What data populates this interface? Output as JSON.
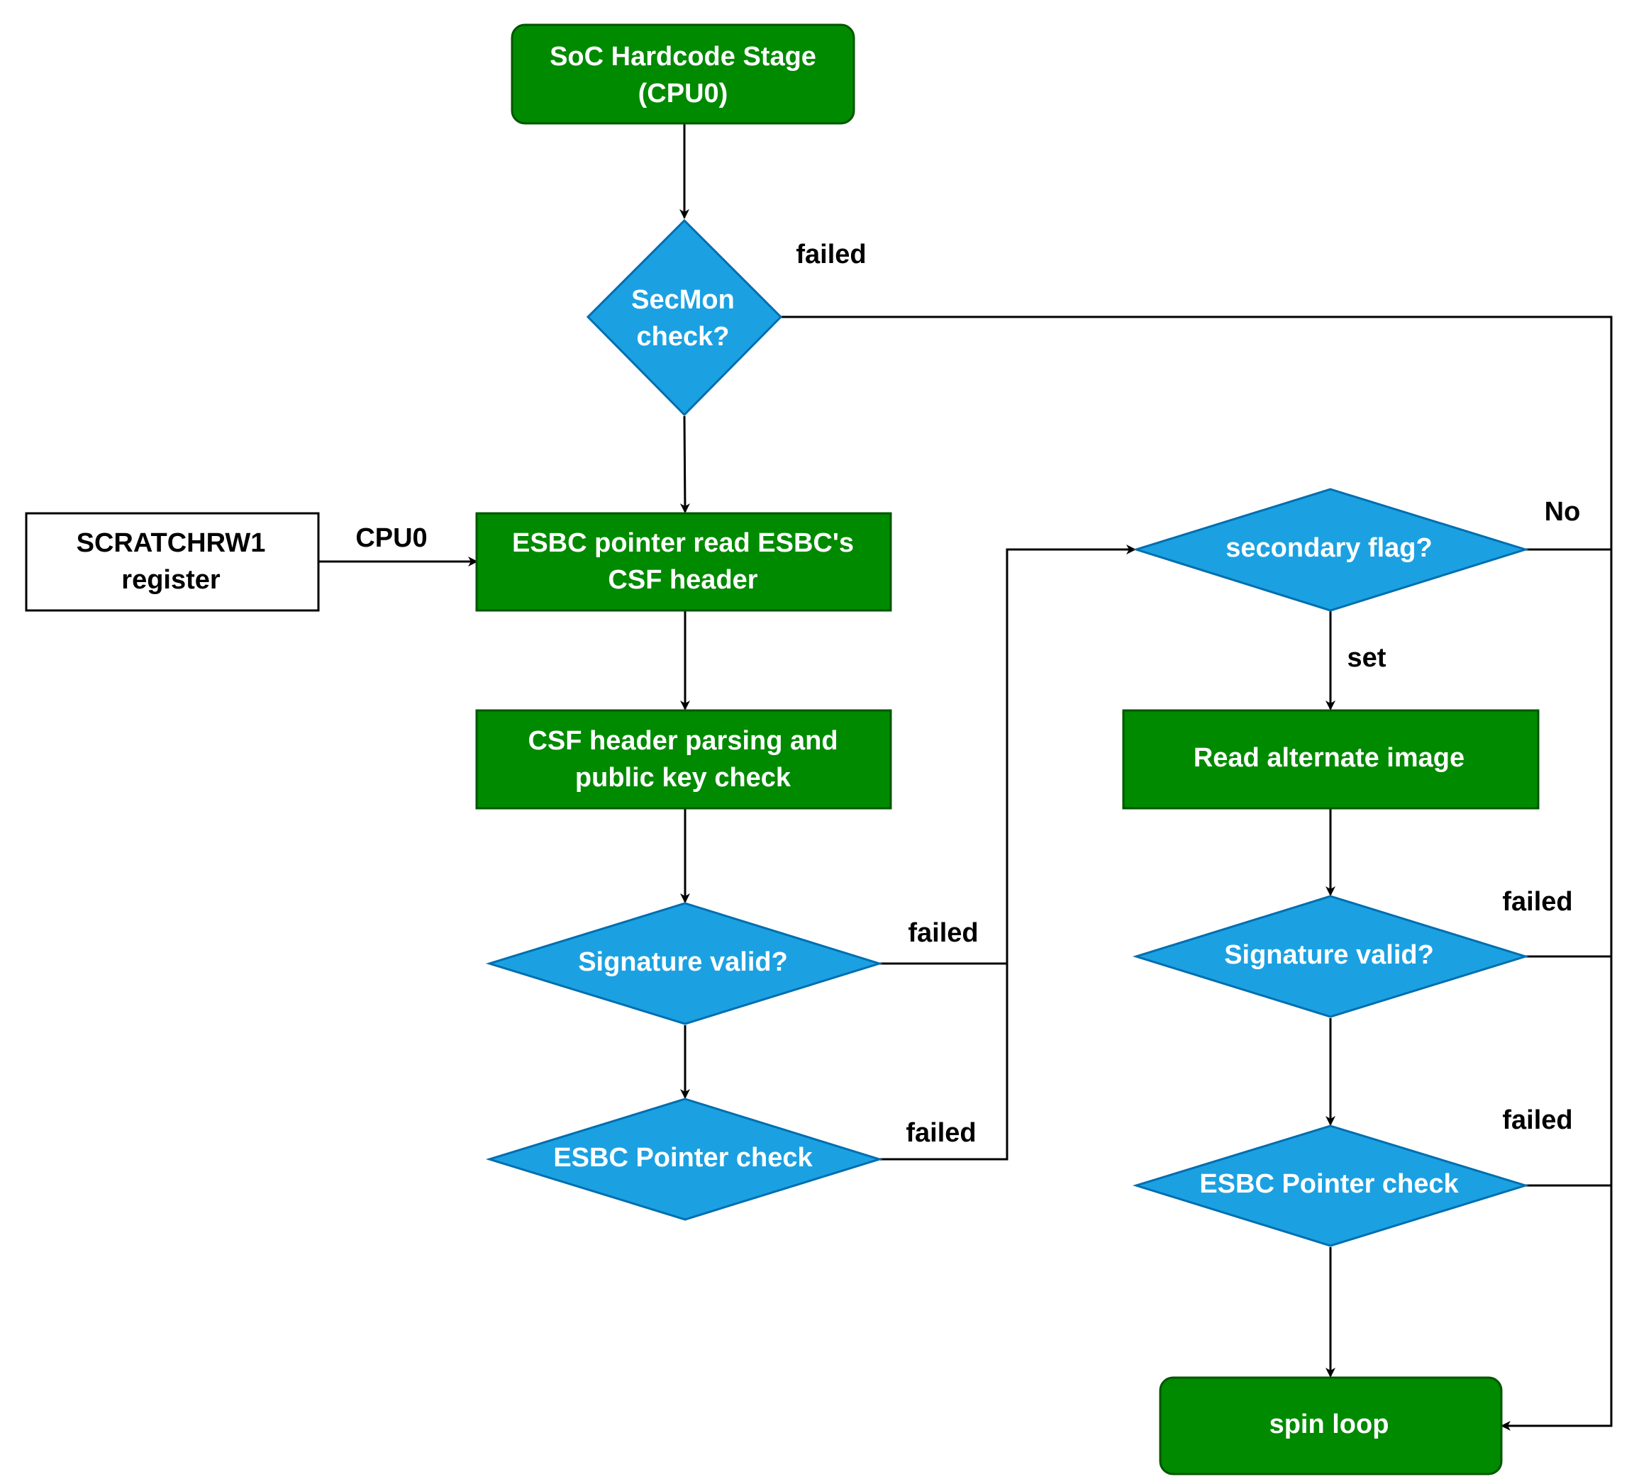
{
  "nodes": {
    "soc_hardcode": [
      "SoC Hardcode Stage",
      "(CPU0)"
    ],
    "secmon_check": [
      "SecMon",
      "check?"
    ],
    "scratchrw1": [
      "SCRATCHRW1",
      "register"
    ],
    "esbc_read": [
      "ESBC pointer read ESBC's",
      "CSF header"
    ],
    "csf_parse": [
      "CSF header parsing and",
      "public key check"
    ],
    "sig_valid_1": [
      "Signature valid?"
    ],
    "esbc_ptr_1": [
      "ESBC Pointer check"
    ],
    "secondary_flag": [
      "secondary flag?"
    ],
    "read_alt": [
      "Read alternate image"
    ],
    "sig_valid_2": [
      "Signature valid?"
    ],
    "esbc_ptr_2": [
      "ESBC Pointer check"
    ],
    "spin_loop": [
      "spin loop"
    ]
  },
  "edge_labels": {
    "secmon_failed": "failed",
    "cpu0": "CPU0",
    "sig1_failed": "failed",
    "ptr1_failed": "failed",
    "secondary_no": "No",
    "secondary_set": "set",
    "sig2_failed": "failed",
    "ptr2_failed": "failed"
  },
  "colors": {
    "process_fill": "#008a00",
    "process_stroke": "#005700",
    "decision_fill": "#1ba1e2",
    "decision_stroke": "#006eaf",
    "line": "#000000"
  }
}
